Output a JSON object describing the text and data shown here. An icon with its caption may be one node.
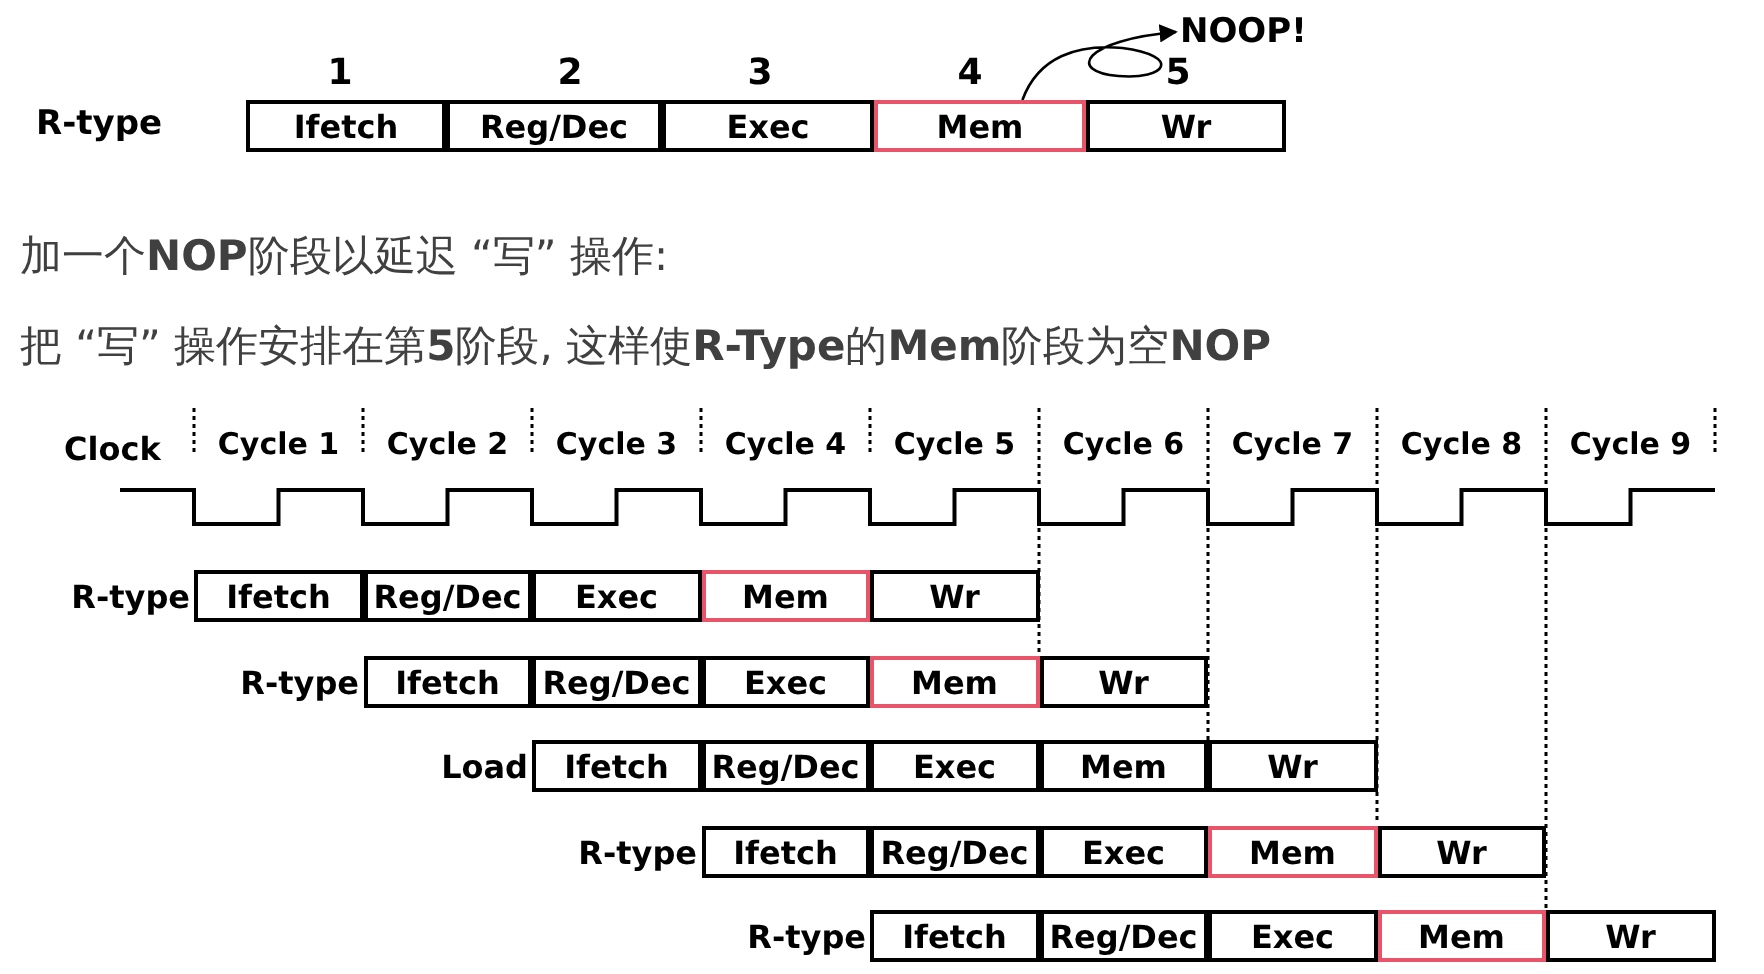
{
  "diagram": {
    "nodes": [
      {
        "text": [
          "Ifetch"
        ]
      },
      {
        "text": [
          "Reg/Dec"
        ]
      },
      {
        "text": [
          "Exec"
        ]
      },
      {
        "text": [
          "Mem"
        ]
      },
      {
        "text": [
          "Wr"
        ]
      },
      {
        "text": [
          "NOOP!"
        ]
      },
      {
        "text": [
          "Ifetch"
        ]
      },
      {
        "text": [
          "Reg/Dec"
        ]
      },
      {
        "text": [
          "Exec"
        ]
      },
      {
        "text": [
          "Mem"
        ]
      },
      {
        "text": [
          "Wr"
        ]
      },
      {
        "text": [
          "Ifetch"
        ]
      },
      {
        "text": [
          "Reg/Dec"
        ]
      },
      {
        "text": [
          "Exec"
        ]
      },
      {
        "text": [
          "Mem"
        ]
      },
      {
        "text": [
          "Wr"
        ]
      },
      {
        "text": [
          "Ifetch"
        ]
      },
      {
        "text": [
          "Reg/Dec"
        ]
      },
      {
        "text": [
          "Exec"
        ]
      },
      {
        "text": [
          "Mem"
        ]
      },
      {
        "text": [
          "Wr"
        ]
      },
      {
        "text": [
          "Ifetch"
        ]
      },
      {
        "text": [
          "Reg/Dec"
        ]
      },
      {
        "text": [
          "Exec"
        ]
      },
      {
        "text": [
          "Mem"
        ]
      },
      {
        "text": [
          "Wr"
        ]
      },
      {
        "text": [
          "Ifetch"
        ]
      },
      {
        "text": [
          "Reg/Dec"
        ]
      },
      {
        "text": [
          "Exec"
        ]
      },
      {
        "text": [
          "Mem"
        ]
      },
      {
        "text": [
          "Wr"
        ]
      }
    ],
    "edges": [
      {
        "from": 3,
        "to": 5,
        "arrow": "to"
      }
    ],
    "labels": [
      "1",
      "2",
      "3",
      "4",
      "5",
      "R-type",
      "加一个**NOP**阶段以延迟 “写” 操作:",
      "把 “写” 操作安排在第**5**阶段, 这样使**R-Type**的**Mem**阶段为空**NOP**",
      "Clock",
      "Cycle 1",
      "Cycle 2",
      "Cycle 3",
      "Cycle 4",
      "Cycle 5",
      "Cycle 6",
      "Cycle 7",
      "Cycle 8",
      "Cycle 9",
      "R-type",
      "R-type",
      "Load",
      "R-type",
      "R-type"
    ]
  }
}
